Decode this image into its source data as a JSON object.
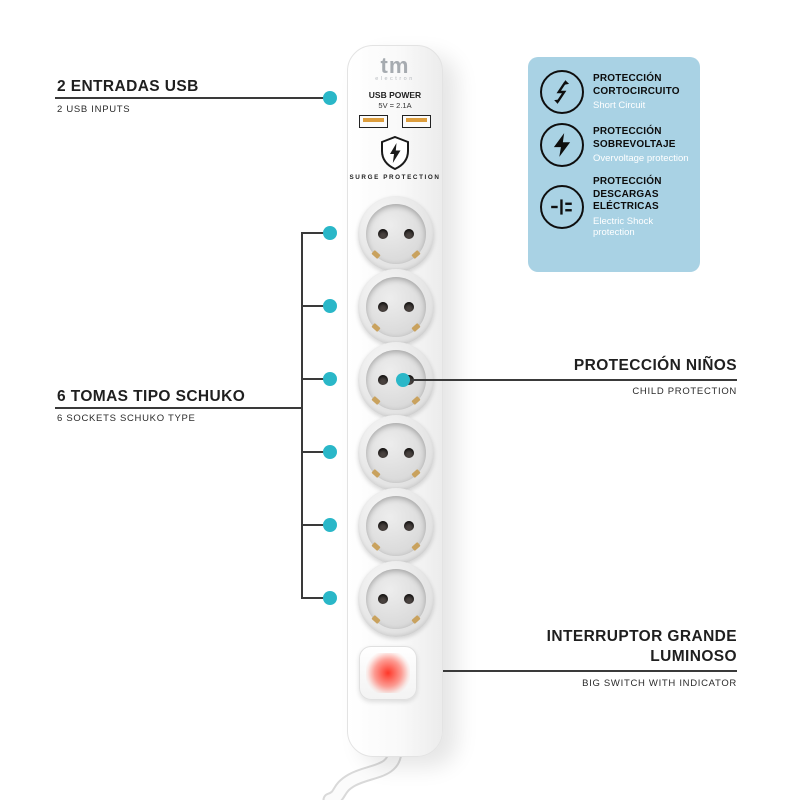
{
  "product": {
    "brand": "tm",
    "brand_sub": "electron",
    "usb_power_title": "USB POWER",
    "usb_power_spec": "5V = 2.1A",
    "surge_label": "SURGE PROTECTION"
  },
  "left_annotations": {
    "usb": {
      "title": "2 ENTRADAS USB",
      "subtitle": "2 USB INPUTS"
    },
    "sockets": {
      "title": "6 TOMAS TIPO SCHUKO",
      "subtitle": "6 SOCKETS SCHUKO TYPE"
    }
  },
  "right_annotations": {
    "child": {
      "title": "PROTECCIÓN NIÑOS",
      "subtitle": "CHILD PROTECTION"
    },
    "switch": {
      "title": "INTERRUPTOR GRANDE LUMINOSO",
      "subtitle": "BIG SWITCH WITH INDICATOR"
    }
  },
  "protection_box": {
    "items": [
      {
        "icon": "short-circuit-icon",
        "title": "PROTECCIÓN CORTOCIRCUITO",
        "subtitle": "Short Circuit"
      },
      {
        "icon": "overvoltage-icon",
        "title": "PROTECCIÓN SOBREVOLTAJE",
        "subtitle": "Overvoltage protection"
      },
      {
        "icon": "electric-shock-icon",
        "title": "PROTECCIÓN DESCARGAS ELÉCTRICAS",
        "subtitle": "Electric Shock protection"
      }
    ]
  },
  "colors": {
    "accent_teal": "#2ab7c8",
    "box_bg": "#a9d2e4",
    "line": "#3a3a3a",
    "switch_glow": "#ff2d1e"
  }
}
